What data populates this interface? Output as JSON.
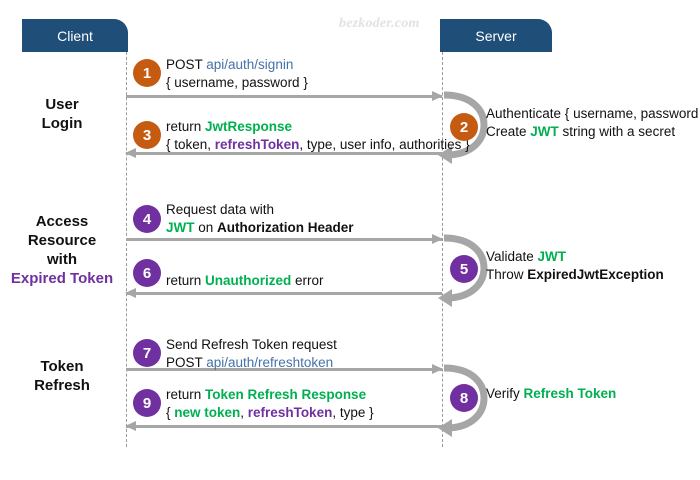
{
  "watermark": "bezkoder.com",
  "actors": {
    "client": "Client",
    "server": "Server"
  },
  "phases": [
    {
      "id": "login",
      "line1": "User",
      "line2": "Login",
      "line3": "",
      "line4": ""
    },
    {
      "id": "access",
      "line1": "Access",
      "line2": "Resource",
      "line3": "with",
      "line4": "Expired Token"
    },
    {
      "id": "refresh",
      "line1": "Token",
      "line2": "Refresh",
      "line3": "",
      "line4": ""
    }
  ],
  "steps": [
    {
      "n": "1",
      "color": "orange",
      "direction": "client-to-server"
    },
    {
      "n": "2",
      "color": "orange",
      "direction": "server-self"
    },
    {
      "n": "3",
      "color": "orange",
      "direction": "server-to-client"
    },
    {
      "n": "4",
      "color": "purple",
      "direction": "client-to-server"
    },
    {
      "n": "5",
      "color": "purple",
      "direction": "server-self"
    },
    {
      "n": "6",
      "color": "purple",
      "direction": "server-to-client"
    },
    {
      "n": "7",
      "color": "purple",
      "direction": "client-to-server"
    },
    {
      "n": "8",
      "color": "purple",
      "direction": "server-self"
    },
    {
      "n": "9",
      "color": "purple",
      "direction": "server-to-client"
    }
  ],
  "messages": {
    "m1": {
      "l1a": "POST ",
      "l1b": "api/auth/signin",
      "l2a": "{ username, password }"
    },
    "m2": {
      "l1a": "Authenticate { username, password }",
      "l2a": "Create ",
      "l2b": "JWT",
      "l2c": " string with a secret"
    },
    "m3": {
      "l1a": "return ",
      "l1b": "JwtResponse",
      "l2a": "{ token, ",
      "l2b": "refreshToken",
      "l2c": ", type, user info, authorities }"
    },
    "m4": {
      "l1a": "Request data with",
      "l2a": "JWT",
      "l2b": " on ",
      "l2c": "Authorization Header"
    },
    "m5": {
      "l1a": "Validate ",
      "l1b": "JWT",
      "l2a": "Throw ",
      "l2b": "ExpiredJwtException"
    },
    "m6": {
      "l1a": "return ",
      "l1b": "Unauthorized",
      "l1c": " error"
    },
    "m7": {
      "l1a": "Send Refresh Token request",
      "l2a": "POST ",
      "l2b": "api/auth/refreshtoken"
    },
    "m8": {
      "l1a": "Verify ",
      "l1b": "Refresh Token"
    },
    "m9": {
      "l1a": "return ",
      "l1b": "Token Refresh Response",
      "l2a": "{ ",
      "l2b": "new token",
      "l2c": ", ",
      "l2d": "refreshToken",
      "l2e": ", type }"
    }
  },
  "colors": {
    "actor_box": "#1F4E79",
    "step_orange": "#C55A11",
    "step_purple": "#7030A0",
    "arrow_gray": "#A6A6A6",
    "link_blue": "#4472A8",
    "accent_green": "#00B050",
    "accent_purple": "#7030A0"
  }
}
